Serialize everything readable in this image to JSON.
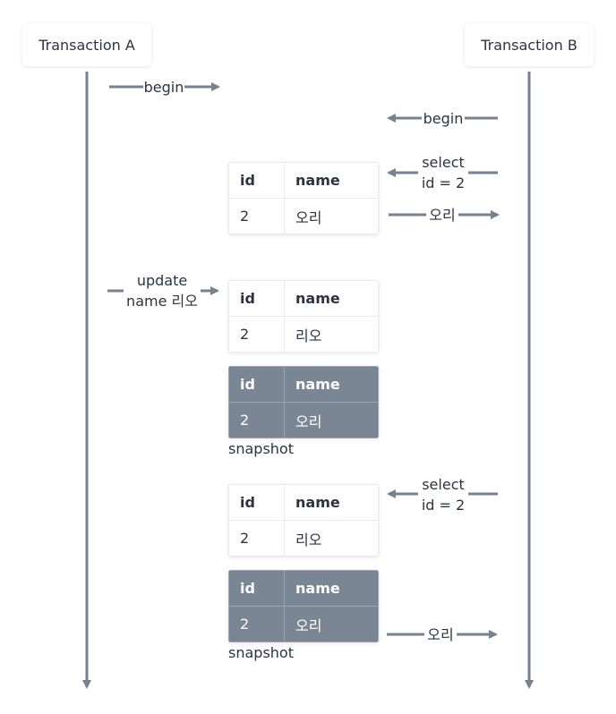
{
  "actors": {
    "a": "Transaction A",
    "b": "Transaction B"
  },
  "messages": {
    "a_begin": "begin",
    "b_begin": "begin",
    "b_select1": "select\nid = 2",
    "b_result1": "오리",
    "a_update": "update\nname 리오",
    "b_select2": "select\nid = 2",
    "b_result2": "오리"
  },
  "tables": {
    "header": {
      "id": "id",
      "name": "name"
    },
    "t1": {
      "id": "2",
      "name": "오리"
    },
    "t2": {
      "id": "2",
      "name": "리오"
    },
    "s1": {
      "id": "2",
      "name": "오리"
    },
    "t3": {
      "id": "2",
      "name": "리오"
    },
    "s2": {
      "id": "2",
      "name": "오리"
    }
  },
  "snapshot_label": "snapshot",
  "colors": {
    "line": "#76828f",
    "snapshot_bg": "#7a8694",
    "text": "#2b3440"
  }
}
